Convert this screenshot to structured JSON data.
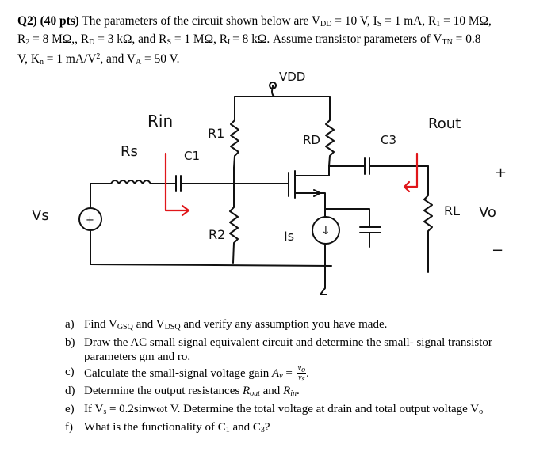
{
  "header": {
    "label": "Q2) (40 pts)",
    "t1": " The parameters of the circuit shown below are V",
    "s_dd": "DD",
    "t2": " = 10 V, I",
    "s_s": "S",
    "t3": " = 1 mA, R",
    "s_1": "1",
    "t4": " = 10 MΩ,",
    "t5": "R",
    "s_2": "2",
    "t6": " = 8 MΩ,, R",
    "s_d": "D",
    "t7": " = 3 kΩ, and R",
    "s_rs": "S",
    "t8": " = 1 MΩ, R",
    "s_l": "L",
    "t9": "= 8 kΩ. Assume transistor parameters of V",
    "s_tn": "TN",
    "t10": " = 0.8",
    "t11": "V, K",
    "s_n": "n",
    "t12": " = 1 mA/V",
    "sup2": "2",
    "t13": ", and V",
    "s_a": "A",
    "t14": " = 50 V."
  },
  "circuit": {
    "vdd": "VDD",
    "rin": "Rin",
    "rout": "Rout",
    "rs": "Rs",
    "c1": "C1",
    "r1": "R1",
    "r2": "R2",
    "rd": "RD",
    "c3": "C3",
    "is": "Is",
    "vs": "Vs",
    "rl": "RL",
    "vo": "Vo",
    "plus_source": "+",
    "plus_out": "+",
    "minus_out": "−",
    "source_arrow": "↓",
    "accent_color": "#e0161a"
  },
  "questions": {
    "a_label": "a)",
    "a_text": "Find V",
    "a_s1": "GSQ",
    "a_text2": " and V",
    "a_s2": "DSQ",
    "a_text3": " and verify any assumption you have made.",
    "b_label": "b)",
    "b_text": "Draw the AC small signal equivalent circuit and determine the small- signal transistor",
    "b_text2": "parameters gm and ro.",
    "c_label": "c)",
    "c_text": "Calculate the small-signal voltage gain ",
    "c_av": "A",
    "c_av_sub": "v",
    "c_eq": " = ",
    "c_num": "v",
    "c_num_sub": "o",
    "c_den": "v",
    "c_den_sub": "s",
    "c_end": ".",
    "d_label": "d)",
    "d_text": "Determine the output resistances ",
    "d_rout": "R",
    "d_rout_sub": "out",
    "d_and": " and ",
    "d_rin": "R",
    "d_rin_sub": "in",
    "d_end": ".",
    "e_label": "e)",
    "e_text": "If V",
    "e_s": "s",
    "e_text2": " = 0.2sinwωt V. Determine the total voltage at drain and total output voltage V",
    "e_o": "o",
    "f_label": "f)",
    "f_text": "What is the functionality of C",
    "f_1": "1",
    "f_text2": " and C",
    "f_3": "3",
    "f_text3": "?"
  }
}
